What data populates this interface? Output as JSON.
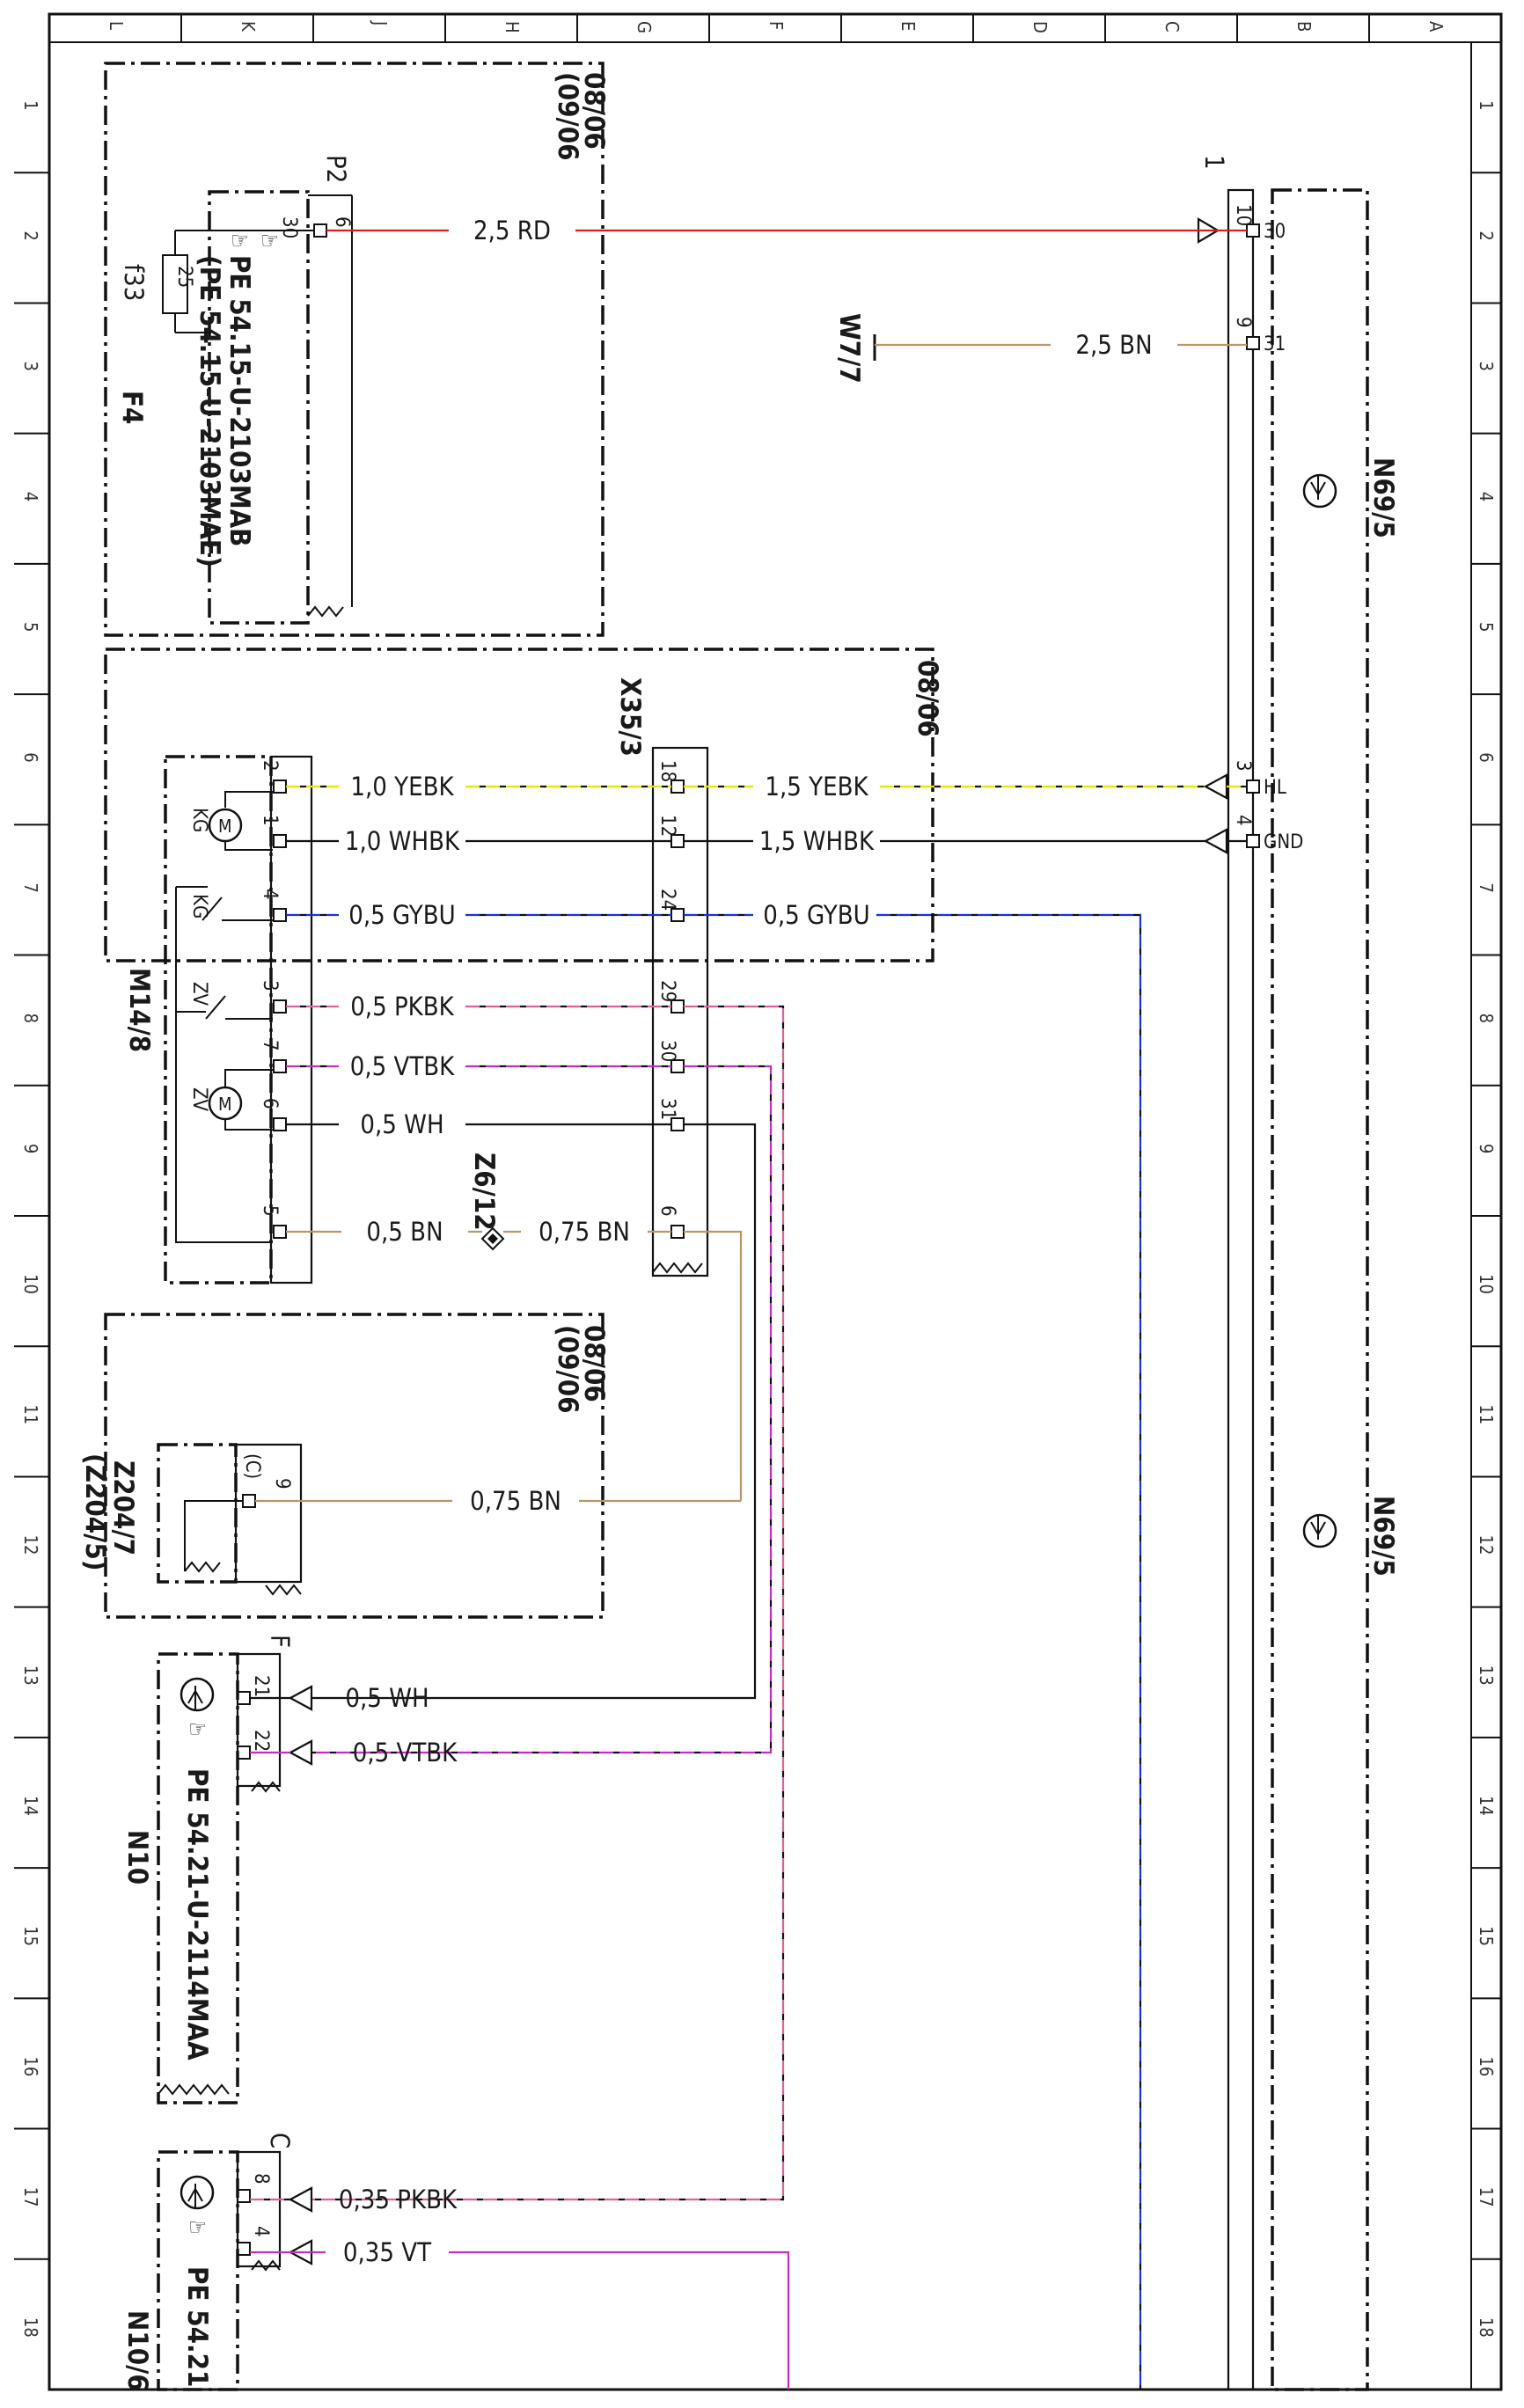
{
  "grid": {
    "columns": [
      "L",
      "K",
      "J",
      "H",
      "G",
      "F",
      "E",
      "D",
      "C",
      "B",
      "A"
    ],
    "rows": [
      "1",
      "2",
      "3",
      "4",
      "5",
      "6",
      "7",
      "8",
      "9",
      "10",
      "11",
      "12",
      "13",
      "14",
      "15",
      "16",
      "17",
      "18"
    ]
  },
  "components": {
    "f4_group": {
      "tag": "F4",
      "fuse": "f33",
      "fuse_rating": "25",
      "plug": "P2",
      "date_note_a": "08/06",
      "date_note_b": "(09/06",
      "ref_a": "PE 54.15-U-2103MAB",
      "ref_b": "(PE 54.15-U-2103MAE)",
      "pin_a": "30",
      "pin_b": "6"
    },
    "n69_5": {
      "tag": "N69/5",
      "connector": "1",
      "pins": [
        {
          "num": "10",
          "name": "30"
        },
        {
          "num": "9",
          "name": "31"
        },
        {
          "num": "3",
          "name": "HL"
        },
        {
          "num": "4",
          "name": "GND"
        }
      ]
    },
    "w7_7": {
      "tag": "W7/7"
    },
    "x35_3": {
      "tag": "X35/3",
      "pins": [
        "18",
        "12",
        "24",
        "29",
        "30",
        "31",
        "6"
      ]
    },
    "m14_8": {
      "tag": "M14/8",
      "pins": [
        "2",
        "1",
        "4",
        "3",
        "7",
        "6",
        "5"
      ],
      "motor_kg": "KG",
      "switch_kg": "KG",
      "switch_zv": "ZV",
      "motor_zv": "ZV"
    },
    "m14_note": "08/06",
    "z6_12": {
      "tag": "Z6/12"
    },
    "z204_7": {
      "tag": "Z204/7",
      "tag_alt": "(Z204/5)",
      "pin": "9",
      "pin_letter": "(C)",
      "date_note_a": "08/06",
      "date_note_b": "(09/06"
    },
    "n10": {
      "tag": "N10",
      "connector": "F",
      "pins": [
        "21",
        "22"
      ],
      "ref": "PE 54.21-U-2114MAA"
    },
    "n10_6": {
      "tag": "N10/6",
      "connector": "C",
      "pins": [
        "8",
        "4"
      ],
      "ref": "PE 54.21"
    }
  },
  "wires": [
    {
      "label": "2,5 RD",
      "color": "#d41f1f"
    },
    {
      "label": "2,5 BN",
      "color": "#b8976a"
    },
    {
      "label": "1,0 YEBK",
      "color": "#e6e600"
    },
    {
      "label": "1,5 YEBK",
      "color": "#e6e600"
    },
    {
      "label": "1,0 WHBK",
      "color": "#111111"
    },
    {
      "label": "1,5 WHBK",
      "color": "#111111"
    },
    {
      "label": "0,5 GYBU",
      "color": "#1a33d6"
    },
    {
      "label": "0,5 GYBU",
      "color": "#1a33d6"
    },
    {
      "label": "0,5 PKBK",
      "color": "#e0609a"
    },
    {
      "label": "0,5 VTBK",
      "color": "#c02fc0"
    },
    {
      "label": "0,5 WH",
      "color": "#111111"
    },
    {
      "label": "0,5 BN",
      "color": "#b8976a"
    },
    {
      "label": "0,75 BN",
      "color": "#b8976a"
    },
    {
      "label": "0,75 BN",
      "color": "#b8976a"
    },
    {
      "label": "0,5 WH",
      "color": "#111111"
    },
    {
      "label": "0,5 VTBK",
      "color": "#c02fc0"
    },
    {
      "label": "0,35 PKBK",
      "color": "#e0609a"
    },
    {
      "label": "0,35 VT",
      "color": "#c02fc0"
    }
  ]
}
